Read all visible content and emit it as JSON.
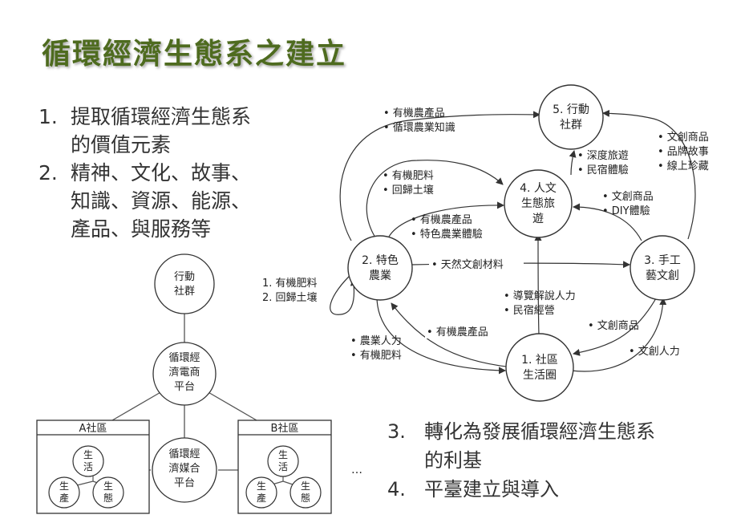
{
  "title": "循環經濟生態系之建立",
  "left_bullets": [
    {
      "num": "1.",
      "lines": [
        "提取循環經濟生態系",
        "的價值元素"
      ]
    },
    {
      "num": "2.",
      "lines": [
        "精神、文化、故事、",
        "知識、資源、能源、",
        "產品、與服務等"
      ]
    }
  ],
  "bottom_bullets": [
    {
      "num": "3.",
      "lines": [
        "轉化為發展循環經濟生態系",
        "的利基"
      ]
    },
    {
      "num": "4.",
      "lines": [
        "平臺建立與導入"
      ]
    }
  ],
  "platform_diagram": {
    "top_node": [
      "行動",
      "社群"
    ],
    "ecommerce_node": [
      "循環經",
      "濟電商",
      "平台"
    ],
    "matching_node": [
      "循環經",
      "濟媒合",
      "平台"
    ],
    "community_a": {
      "label": "A社區",
      "nodes": {
        "top": [
          "生",
          "活"
        ],
        "left": [
          "生",
          "產"
        ],
        "right": [
          "生",
          "態"
        ]
      }
    },
    "community_b": {
      "label": "B社區",
      "nodes": {
        "top": [
          "生",
          "活"
        ],
        "left": [
          "生",
          "產"
        ],
        "right": [
          "生",
          "態"
        ]
      }
    },
    "ellipsis": "…"
  },
  "ecosystem_diagram": {
    "nodes": {
      "action": [
        "5. 行動",
        "社群"
      ],
      "tourism": [
        "4. 人文",
        "生態旅",
        "遊"
      ],
      "agri": [
        "2. 特色",
        "農業"
      ],
      "craft": [
        "3. 手工",
        "藝文創"
      ],
      "community": [
        "1. 社區",
        "生活圈"
      ]
    },
    "labels": {
      "top_left": [
        "• 有機農產品",
        "• 循環農業知識"
      ],
      "fertilizer_tourism": [
        "• 有機肥料",
        "• 回歸土壤"
      ],
      "produce_tourism": [
        "• 有機農產品",
        "• 特色農業體驗"
      ],
      "tour_action": [
        "• 深度旅遊",
        "• 民宿體驗"
      ],
      "craft_tourism": [
        "• 文創商品",
        "• DIY體驗"
      ],
      "craft_action": [
        "• 文創商品",
        "• 品牌故事",
        "• 線上珍藏"
      ],
      "self_loop": [
        "1. 有機肥料",
        "2. 回歸土壤"
      ],
      "agri_craft": [
        "• 天然文創材料"
      ],
      "community_tourism": [
        "• 導覽解說人力",
        "• 民宿經營"
      ],
      "community_agri": [
        "• 農業人力",
        "• 有機肥料"
      ],
      "agri_community": [
        "• 有機農產品"
      ],
      "craft_community": [
        "• 文創商品"
      ],
      "community_craft": [
        "• 文創人力"
      ]
    }
  }
}
